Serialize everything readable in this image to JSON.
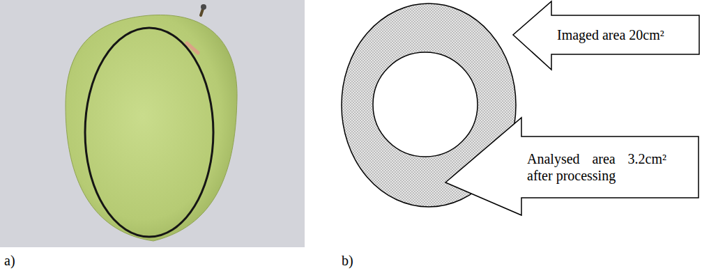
{
  "diagram": {
    "nodes": [
      {
        "text": [
          "Imaged area 20cm²"
        ]
      },
      {
        "text": [
          "Analysed area 3.2cm² after processing"
        ]
      }
    ],
    "labels": [
      "a)",
      "b)"
    ]
  }
}
